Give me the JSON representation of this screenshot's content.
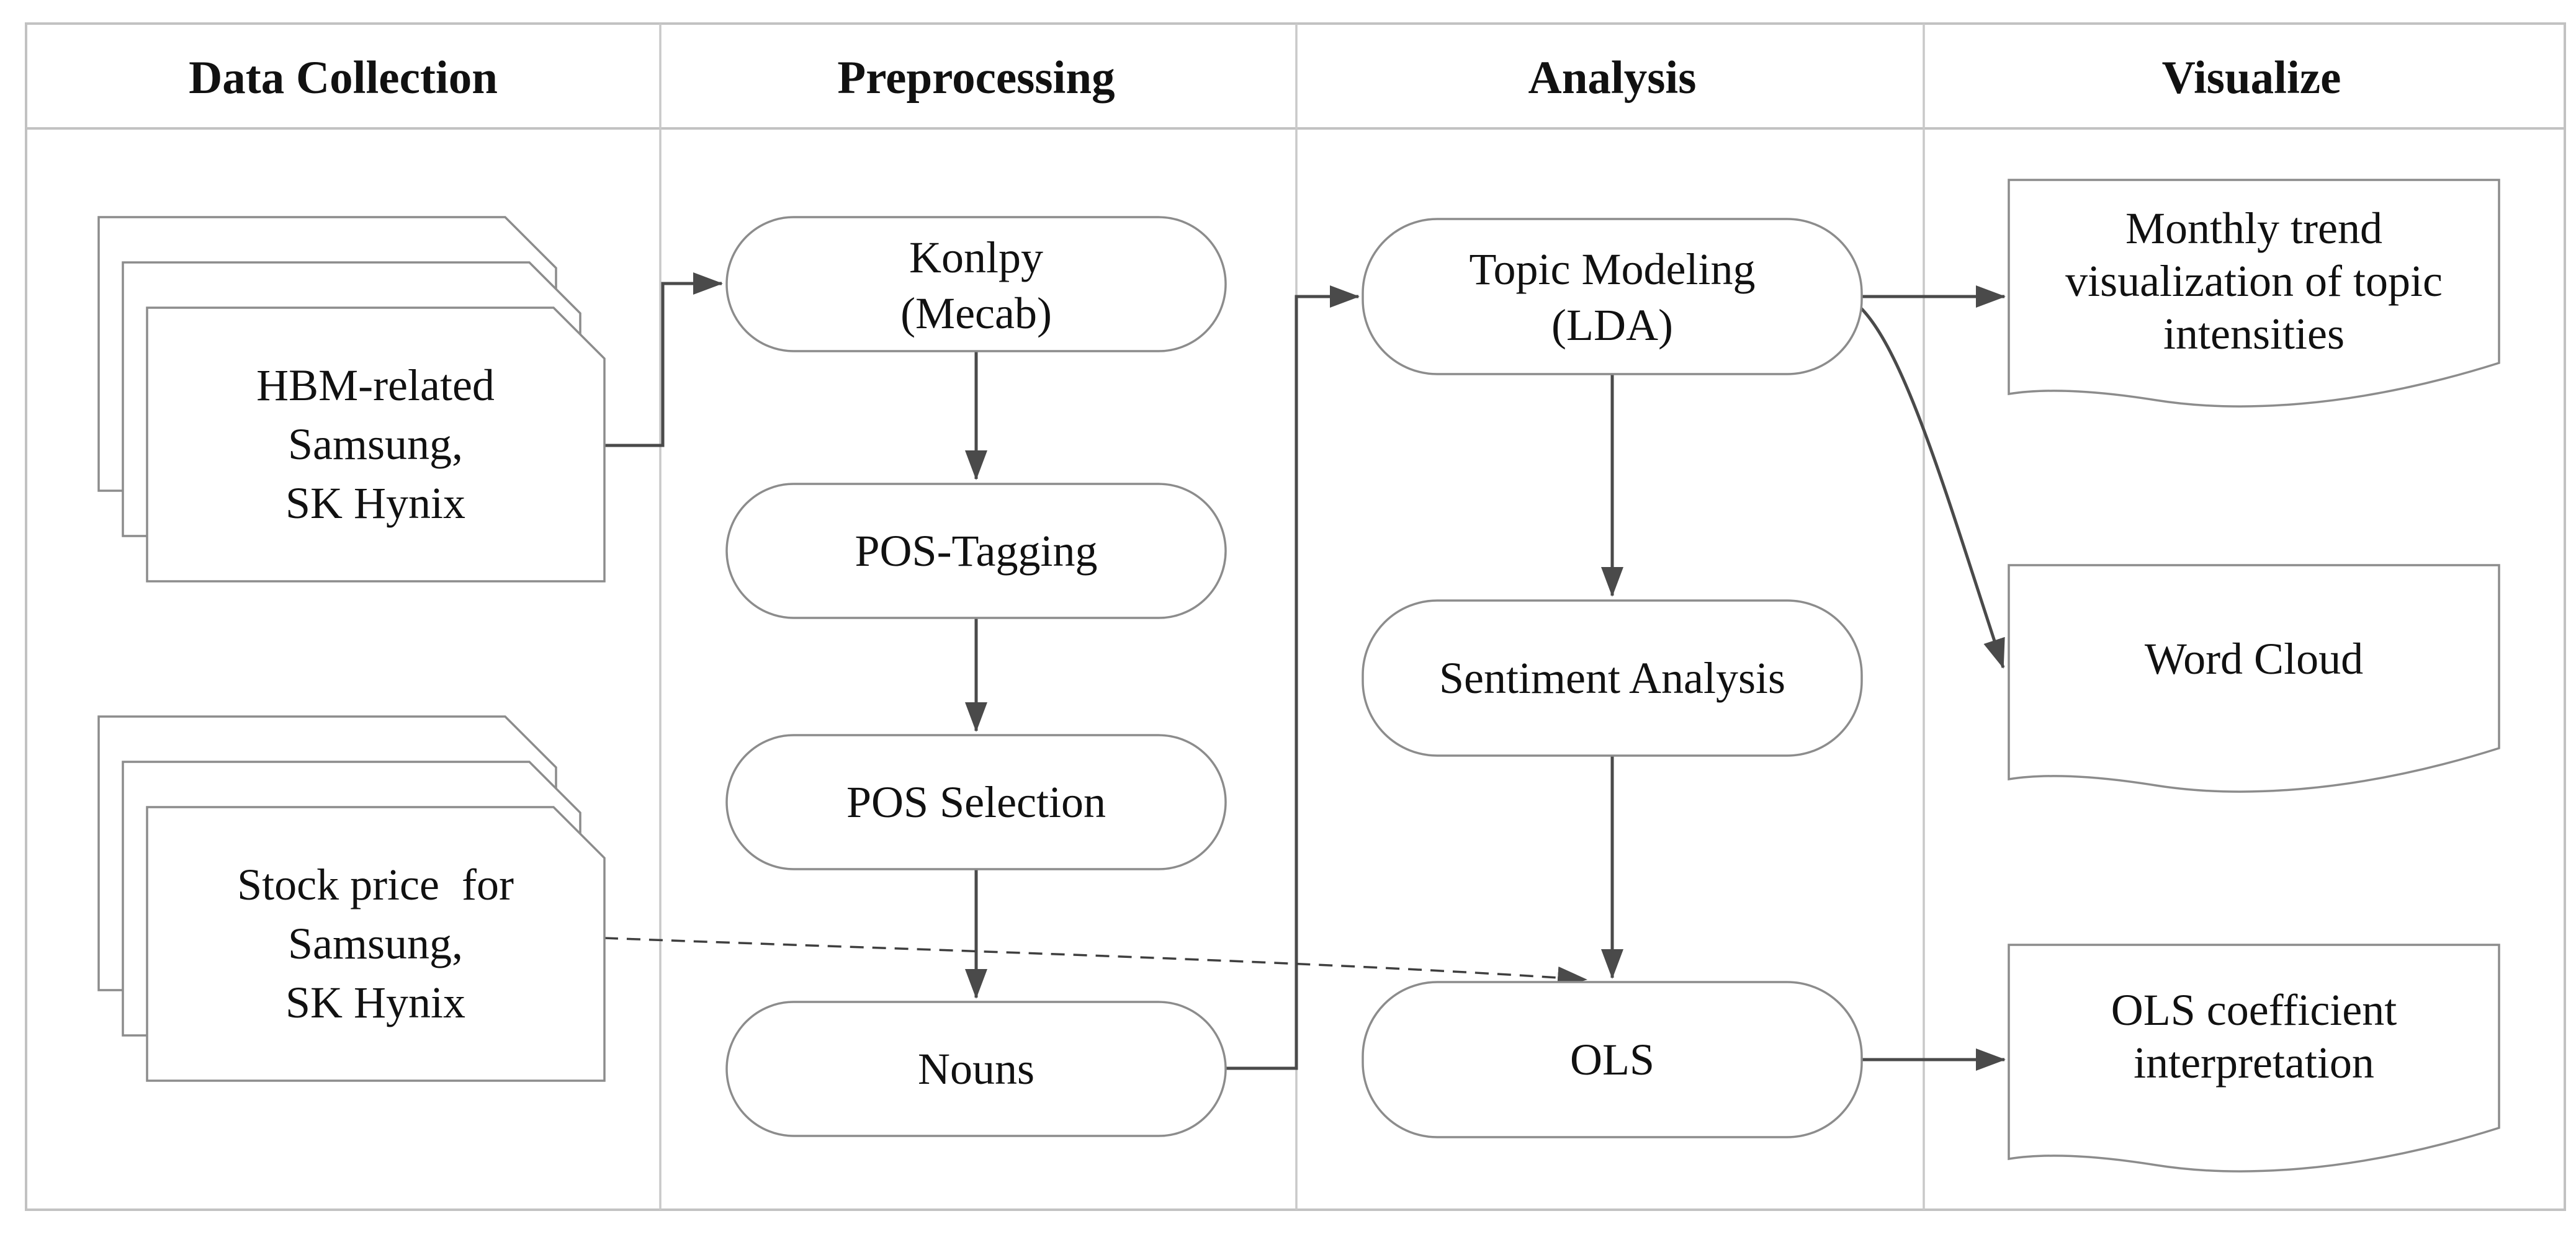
{
  "diagram_title": "Research pipeline flowchart",
  "columns": [
    {
      "label": "Data Collection"
    },
    {
      "label": "Preprocessing"
    },
    {
      "label": "Analysis"
    },
    {
      "label": "Visualize"
    }
  ],
  "data_collection": {
    "hbm_stack": {
      "lines": [
        "HBM-related",
        "Samsung,",
        "SK Hynix"
      ]
    },
    "stock_stack": {
      "lines": [
        "Stock price  for",
        "Samsung,",
        "SK Hynix"
      ]
    }
  },
  "preprocessing": {
    "konlpy": {
      "lines": [
        "Konlpy",
        "(Mecab)"
      ]
    },
    "pos_tagging": {
      "label": "POS-Tagging"
    },
    "pos_selection": {
      "label": "POS Selection"
    },
    "nouns": {
      "label": "Nouns"
    }
  },
  "analysis": {
    "topic_modeling": {
      "lines": [
        "Topic Modeling",
        "(LDA)"
      ]
    },
    "sentiment": {
      "label": "Sentiment Analysis"
    },
    "ols": {
      "label": "OLS"
    }
  },
  "visualize": {
    "monthly_trend_doc": {
      "lines": [
        "Monthly trend",
        "visualization of topic",
        "intensities"
      ]
    },
    "word_cloud_doc": {
      "label": "Word Cloud"
    },
    "ols_doc": {
      "lines": [
        "OLS coefficient",
        "interpretation"
      ]
    }
  },
  "colors": {
    "konlpy_fill": "#a9d6a5",
    "nouns_fill": "#f89f9b",
    "shape_stroke": "#8c8c8c",
    "frame_stroke": "#c2c2c2",
    "arrow": "#4a4a4a",
    "text": "#111111",
    "background": "#ffffff"
  }
}
